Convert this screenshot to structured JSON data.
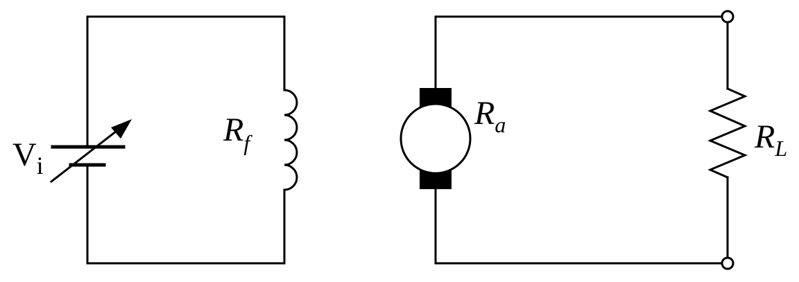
{
  "labels": {
    "source": {
      "main": "V",
      "sub": "i"
    },
    "field_resistance": {
      "main": "R",
      "sub": "f"
    },
    "armature_resistance": {
      "main": "R",
      "sub": "a"
    },
    "load_resistance": {
      "main": "R",
      "sub": "L"
    }
  },
  "colors": {
    "wire": "#000000",
    "background": "#ffffff"
  }
}
